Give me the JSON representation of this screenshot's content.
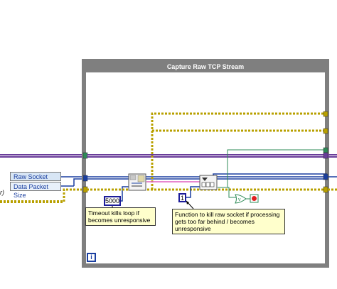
{
  "frame": {
    "title": "Capture Raw TCP Stream",
    "info_glyph": "i"
  },
  "cluster": {
    "raw_socket_label": "Raw Socket",
    "data_packet_size_label": "Data Packet Size"
  },
  "constants": {
    "timeout_value": "5000",
    "kill_value": "1"
  },
  "comments": {
    "timeout": "Timeout kills loop if becomes unresponsive",
    "kill": "Function to kill raw socket if processing gets too far behind / becomes unresponsive"
  },
  "partial_left_label": "r)",
  "colors": {
    "frame_gray": "#7f7f7f",
    "frame_title_bg": "#7f7f7f",
    "purple_wire": "#6a3d9a",
    "blue_wire": "#1a3fa0",
    "error_wire": "#b8a000",
    "pink_wire": "#e060c0",
    "green_wire": "#2e8b57",
    "comment_bg": "#ffffcc",
    "constant_border": "#1c1c9a",
    "stop_red": "#e02020"
  },
  "icons": [
    "tcp-read-node-icon",
    "queue-enqueue-node-icon",
    "or-function-icon",
    "stop-terminal-icon",
    "loop-iteration-info-icon"
  ]
}
